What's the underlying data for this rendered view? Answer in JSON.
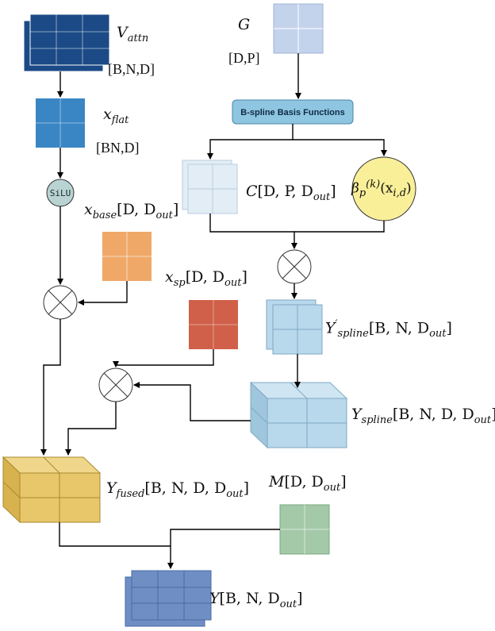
{
  "labels": {
    "v_attn": {
      "base": "V",
      "sub": "attn",
      "dims": "[B,N,D]"
    },
    "x_flat": {
      "base": "x",
      "sub": "flat",
      "dims": "[BN,D]"
    },
    "silu": "SiLU",
    "x_base": {
      "base": "x",
      "sub": "base",
      "dims": "[D, D",
      "dims_sub": "out",
      "tail": "]"
    },
    "x_sp": {
      "base": "x",
      "sub": "sp",
      "dims": "[D, D",
      "dims_sub": "out",
      "tail": "]"
    },
    "g": {
      "base": "G",
      "dims": "[D,P]"
    },
    "bspline_box": "B-spline Basis Functions",
    "c": {
      "base": "C",
      "dims": "[D, P, D",
      "dims_sub": "out",
      "tail": "]"
    },
    "beta": {
      "base": "β",
      "sub": "p",
      "sup": "(k)",
      "arg": "(x",
      "arg_sub": "i,d",
      "tail": ")"
    },
    "y_spline_prime": {
      "base": "Y",
      "sup": "′",
      "sub": "spline",
      "dims": "[B, N, D",
      "dims_sub": "out",
      "tail": "]"
    },
    "y_spline": {
      "base": "Y",
      "sub": "spline",
      "dims": "[B, N, D, D",
      "dims_sub": "out",
      "tail": "]"
    },
    "y_fused": {
      "base": "Y",
      "sub": "fused",
      "dims": "[B, N, D, D",
      "dims_sub": "out",
      "tail": "]"
    },
    "m": {
      "base": "M",
      "dims": "[D, D",
      "dims_sub": "out",
      "tail": "]"
    },
    "y": {
      "base": "Y",
      "dims": "[B, N, D",
      "dims_sub": "out",
      "tail": "]"
    }
  },
  "colors": {
    "v_attn": "#1b4a86",
    "x_flat": "#3a86c4",
    "silu_node": "#b9d3d3",
    "x_sp": "#f0a868",
    "g": "#c4d3ec",
    "bspline_box": "#8ec5e0",
    "c": "#e3edf5",
    "beta": "#f9ef99",
    "red_matrix": "#d0604a",
    "y_spline": "#b8d8ec",
    "y_fused": "#e8c66a",
    "m": "#a3c9a8",
    "y": "#6f8ec4"
  }
}
